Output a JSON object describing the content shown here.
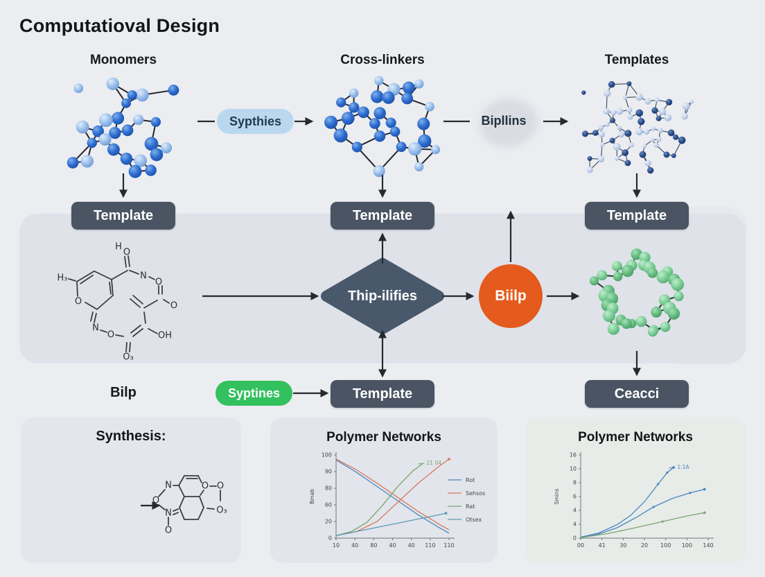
{
  "title": "Computatioval Design",
  "columns": {
    "monomers": "Monomers",
    "crosslinkers": "Cross-linkers",
    "templates": "Templates"
  },
  "flow": {
    "pill_synthies": "Sypthies",
    "label_bipllins": "Bipllins",
    "diamond": "Thip-ilifies",
    "circle": "Biilp",
    "bilp_label": "Bilp",
    "pill_syntines": "Syptines"
  },
  "buttons": {
    "template1": "Template",
    "template2": "Template",
    "template3": "Template",
    "template4": "Template",
    "ceacci": "Ceacci"
  },
  "panels": {
    "synthesis_title": "Synthesis:",
    "chart_mid_title": "Polymer Networks",
    "chart_right_title": "Polymer Networks"
  },
  "mol_main": {
    "atoms": [
      "H",
      "O",
      "H₃",
      "O",
      "N",
      "O",
      "O",
      "N",
      "O",
      "OH",
      "O₃"
    ]
  },
  "mol_small": {
    "atoms": [
      "N",
      "O",
      "N",
      "O",
      "O",
      "O",
      "O₃"
    ]
  },
  "colors": {
    "background": "#ecedf1",
    "band": "#dfe2e9",
    "button_dark": "#4a5463",
    "pill_blue": "#b9d8f0",
    "pill_green": "#33c05e",
    "circle_orange": "#e55a1d",
    "diamond_slate": "#49586a",
    "molecule_blue": "#2f6fd2",
    "molecule_green": "#66bd82",
    "molecule_indigo": "#3a45d6",
    "arrow": "#26292e"
  },
  "chart_data": [
    {
      "type": "line",
      "title": "Polymer Networks",
      "xlabel": "",
      "ylabel": "Bmab",
      "xlim": [
        0,
        110
      ],
      "ylim": [
        0,
        100
      ],
      "x_ticks": [
        "10",
        "40",
        "80",
        "40",
        "40",
        "110",
        "110"
      ],
      "y_ticks": [
        "100",
        "90",
        "80",
        "60",
        "20",
        "0"
      ],
      "grid": false,
      "legend_position": "right",
      "legend": [
        {
          "label": "Rot",
          "color": "#4a86c0"
        },
        {
          "label": "Sehsos",
          "color": "#d8795b"
        },
        {
          "label": "Rat",
          "color": "#79a371"
        },
        {
          "label": "Otsex",
          "color": "#5b9ab5"
        }
      ],
      "annotation": {
        "text": "21 04",
        "x": 88,
        "y": 90,
        "color": "#79a371"
      },
      "series": [
        {
          "name": "Rot",
          "color": "#4a86c0",
          "points": [
            [
              0,
              94
            ],
            [
              20,
              79
            ],
            [
              40,
              62
            ],
            [
              60,
              45
            ],
            [
              80,
              28
            ],
            [
              100,
              13
            ],
            [
              110,
              6
            ]
          ]
        },
        {
          "name": "Sehsos",
          "color": "#d8795b",
          "points": [
            [
              0,
              95
            ],
            [
              20,
              82
            ],
            [
              40,
              66
            ],
            [
              60,
              49
            ],
            [
              80,
              32
            ],
            [
              100,
              17
            ],
            [
              110,
              10
            ]
          ]
        },
        {
          "name": "Sehsos-rise",
          "color": "#d8795b",
          "endMarker": true,
          "points": [
            [
              0,
              3
            ],
            [
              20,
              8
            ],
            [
              40,
              20
            ],
            [
              60,
              43
            ],
            [
              80,
              66
            ],
            [
              100,
              86
            ],
            [
              110,
              95
            ]
          ]
        },
        {
          "name": "Rat",
          "color": "#79a371",
          "points": [
            [
              0,
              3
            ],
            [
              15,
              8
            ],
            [
              30,
              19
            ],
            [
              45,
              39
            ],
            [
              60,
              62
            ],
            [
              75,
              81
            ],
            [
              85,
              90
            ]
          ]
        },
        {
          "name": "Otsex",
          "color": "#5b9ab5",
          "endMarker": true,
          "points": [
            [
              0,
              3
            ],
            [
              20,
              8
            ],
            [
              40,
              13
            ],
            [
              60,
              18
            ],
            [
              80,
              23
            ],
            [
              100,
              28
            ],
            [
              107,
              30
            ]
          ]
        }
      ]
    },
    {
      "type": "line",
      "title": "Polymer Networks",
      "xlabel": "",
      "ylabel": "Smins",
      "xlim": [
        0,
        140
      ],
      "ylim": [
        0,
        16
      ],
      "x_ticks": [
        "00",
        "41",
        "30",
        "20",
        "100",
        "100",
        "140"
      ],
      "y_ticks": [
        "16",
        "10",
        "8",
        "6",
        "4",
        "4",
        "0"
      ],
      "grid": false,
      "annotation": {
        "text": "1:1A",
        "x": 106,
        "y": 13.6,
        "color": "#4a86c0"
      },
      "series": [
        {
          "name": "blue-top",
          "color": "#4a86c0",
          "endMarker": true,
          "dots": [
            5,
            6
          ],
          "points": [
            [
              0,
              0.2
            ],
            [
              20,
              1
            ],
            [
              40,
              2.6
            ],
            [
              55,
              4.4
            ],
            [
              70,
              7
            ],
            [
              85,
              10.4
            ],
            [
              95,
              12.6
            ],
            [
              102,
              13.6
            ]
          ]
        },
        {
          "name": "blue-low",
          "color": "#4a86c0",
          "endMarker": true,
          "dots": [
            4,
            6
          ],
          "points": [
            [
              0,
              0.1
            ],
            [
              20,
              0.8
            ],
            [
              40,
              2
            ],
            [
              60,
              3.9
            ],
            [
              80,
              6
            ],
            [
              100,
              7.6
            ],
            [
              120,
              8.7
            ],
            [
              136,
              9.4
            ]
          ]
        },
        {
          "name": "green",
          "color": "#79a371",
          "endMarker": true,
          "dots": [
            3
          ],
          "points": [
            [
              0,
              0.1
            ],
            [
              30,
              0.9
            ],
            [
              60,
              2
            ],
            [
              90,
              3.2
            ],
            [
              115,
              4.2
            ],
            [
              136,
              4.9
            ]
          ]
        }
      ]
    }
  ]
}
